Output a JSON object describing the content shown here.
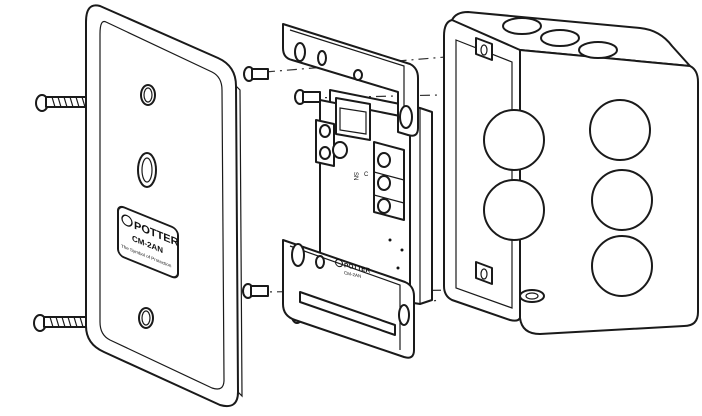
{
  "plate_label": {
    "brand": "POTTER",
    "model": "CM-2AN",
    "tagline": "The Symbol of Protection"
  },
  "module_label": {
    "brand": "POTTER",
    "model": "CM-2AN"
  },
  "terminal_markings": {
    "left": "SN",
    "right": "C"
  }
}
